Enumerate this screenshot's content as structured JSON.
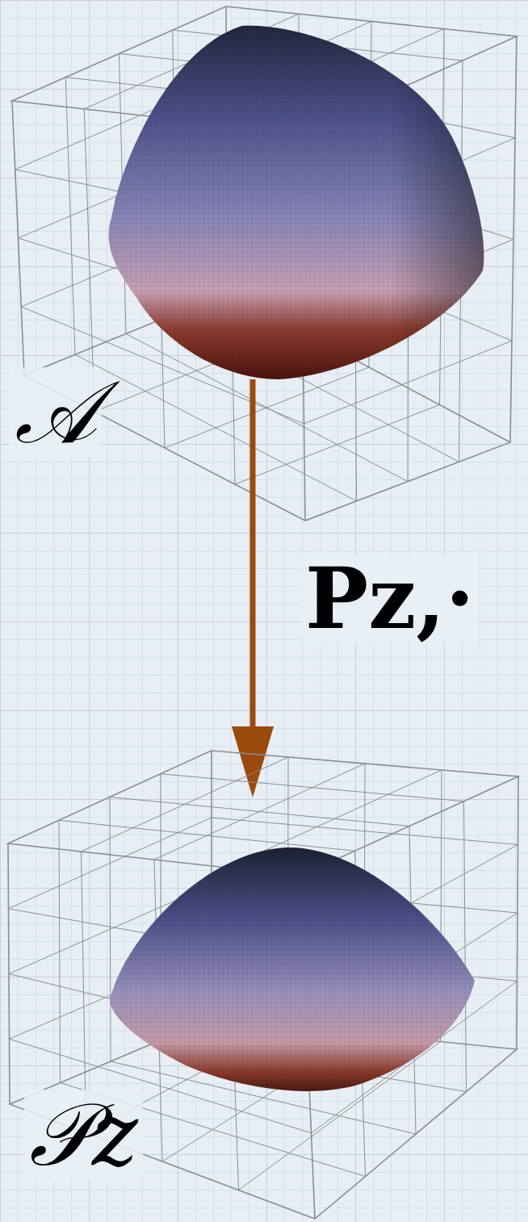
{
  "diagram": {
    "labels": [
      "𝒜",
      "Pz,·",
      "𝒫z"
    ]
  }
}
